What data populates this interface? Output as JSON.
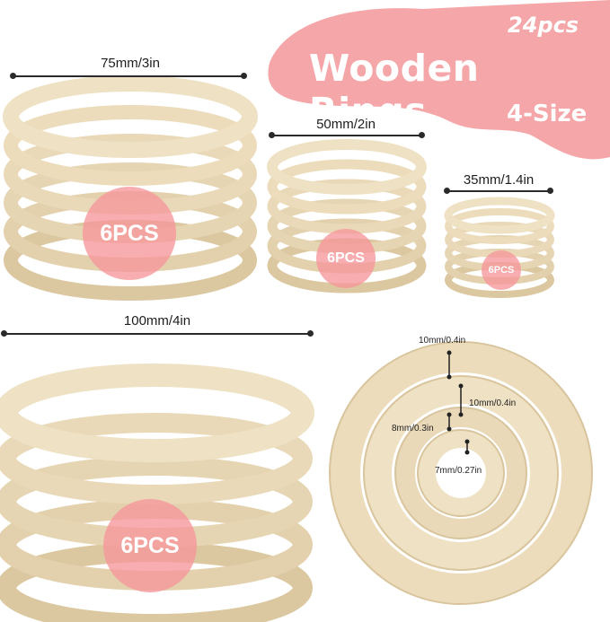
{
  "banner": {
    "count": "24pcs",
    "title": "Wooden Rings",
    "subtitle": "4-Size",
    "color": "#f4a6a8"
  },
  "sizes": {
    "s75": {
      "label": "75mm/3in",
      "badge": "6PCS"
    },
    "s50": {
      "label": "50mm/2in",
      "badge": "6PCS"
    },
    "s35": {
      "label": "35mm/1.4in",
      "badge": "6PCS"
    },
    "s100": {
      "label": "100mm/4in",
      "badge": "6PCS"
    }
  },
  "widths": {
    "w100": "10mm/0.4in",
    "w75": "10mm/0.4in",
    "w50": "8mm/0.3in",
    "w35": "7mm/0.27in"
  },
  "colors": {
    "wood": "#ecdcbb",
    "wood_dark": "#d9c59d",
    "badge": "#f6969b"
  }
}
